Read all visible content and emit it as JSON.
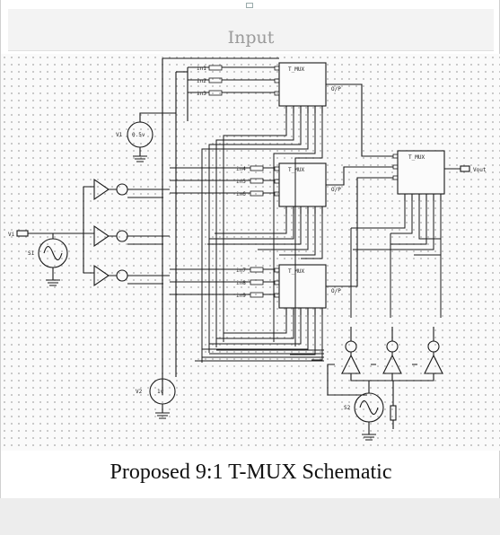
{
  "panel": {
    "title": "Input"
  },
  "caption": "Proposed 9:1 T-MUX Schematic",
  "schematic": {
    "muxes": [
      {
        "id": "mux1",
        "label": "T_MUX",
        "out": "O/P",
        "ins": [
          "in1",
          "in2",
          "in3"
        ]
      },
      {
        "id": "mux2",
        "label": "T_MUX",
        "out": "O/P",
        "ins": [
          "in4",
          "in5",
          "in6"
        ]
      },
      {
        "id": "mux3",
        "label": "T_MUX",
        "out": "O/P",
        "ins": [
          "in7",
          "in8",
          "in9"
        ]
      },
      {
        "id": "mux4",
        "label": "T_MUX",
        "out": "",
        "ins": [
          "",
          "",
          ""
        ]
      }
    ],
    "sources": {
      "v1": "V1",
      "v1_val": "0.5v",
      "v2": "V2",
      "v2_val": "1v",
      "sin1": "S1",
      "sin2": "S2"
    },
    "output_label": "Vout",
    "in_label": "Vi"
  },
  "colors": {
    "wire": "#1a1a1a",
    "frame_bg": "#ffffff",
    "dot": "#b9b9b9"
  }
}
